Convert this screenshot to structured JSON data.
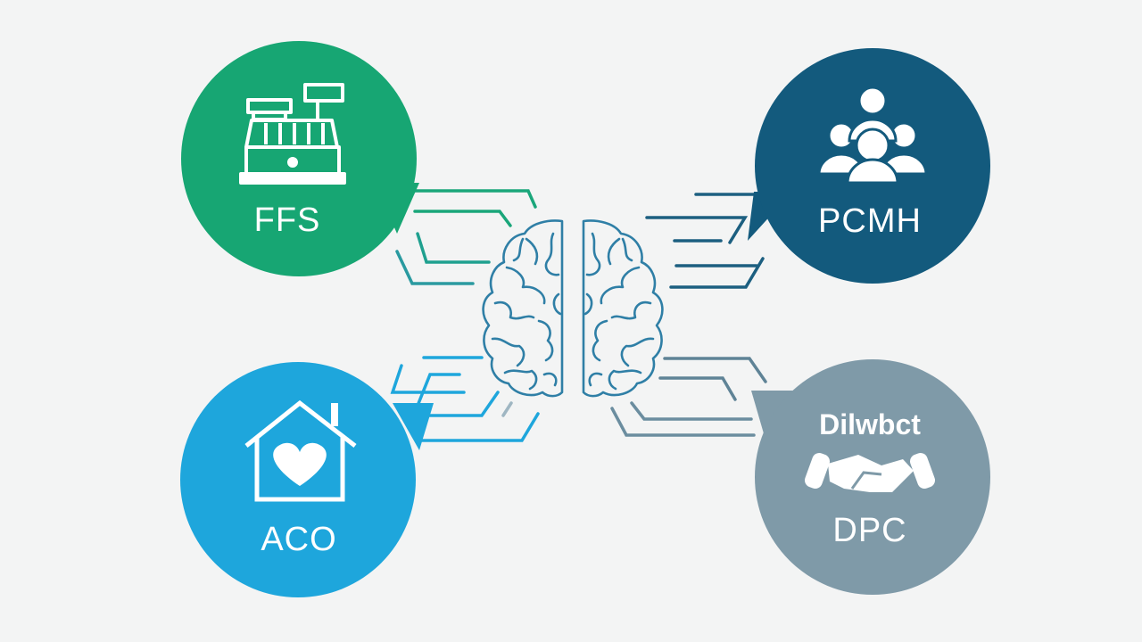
{
  "colors": {
    "background": "#f3f4f4",
    "ffs": "#17a673",
    "pcmh": "#135a7d",
    "aco": "#1ea6dc",
    "dpc": "#7f9aa8",
    "brain": "#2f7fa6",
    "icon": "#ffffff"
  },
  "nodes": {
    "ffs": {
      "label": "FFS",
      "icon": "cash-register-icon"
    },
    "pcmh": {
      "label": "PCMH",
      "icon": "people-group-icon"
    },
    "aco": {
      "label": "ACO",
      "icon": "house-heart-icon"
    },
    "dpc": {
      "top_text": "Dilwbct",
      "label": "DPC",
      "icon": "handshake-icon"
    }
  },
  "center": {
    "icon": "brain-icon"
  }
}
